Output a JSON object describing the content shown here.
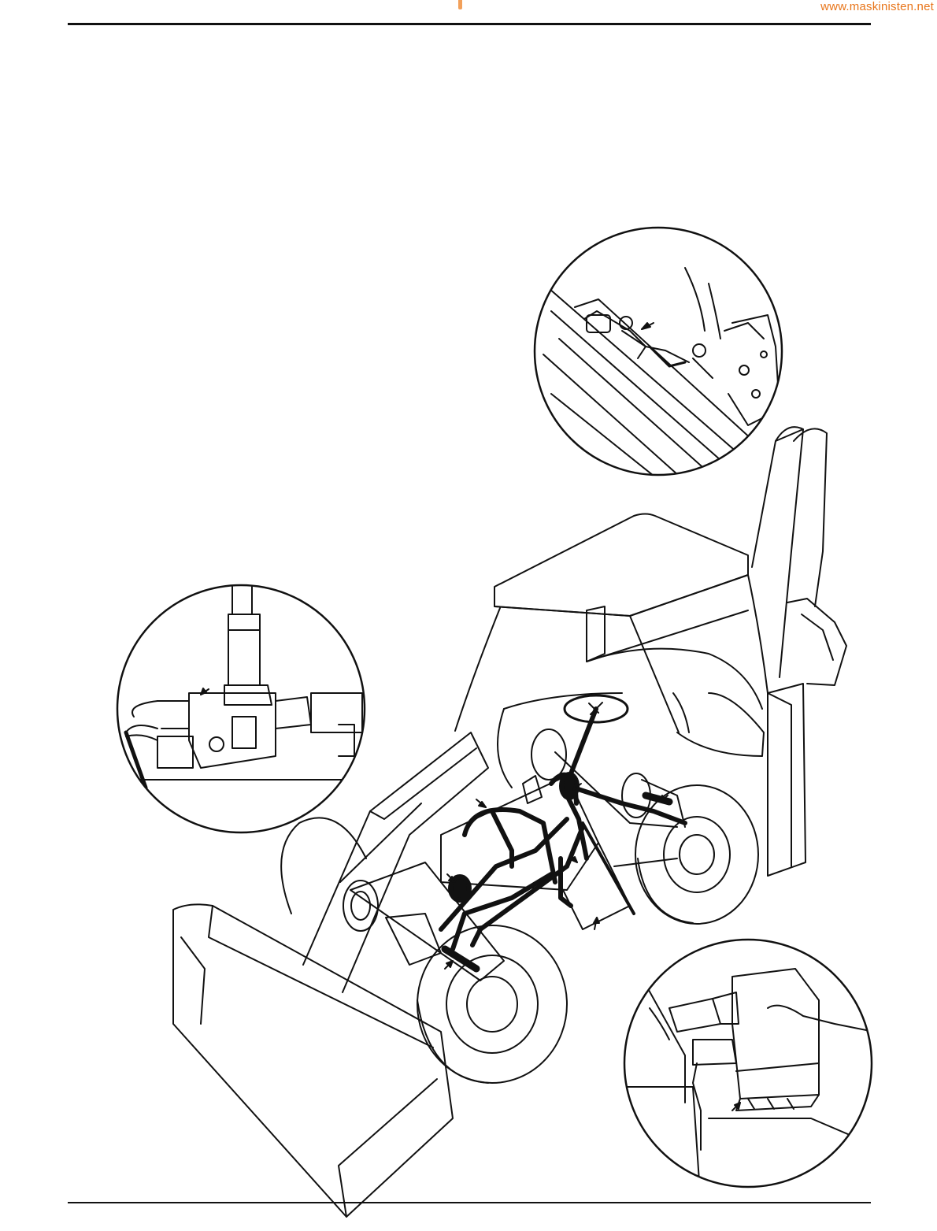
{
  "header": {
    "watermark_text": "www.maskinisten.net",
    "watermark_color": "#e8751a",
    "marker_color": "#f2a05a"
  },
  "illustration": {
    "subject": "backhoe-loader-steering-hydraulics",
    "callouts": [
      {
        "id": "steering-valve-detail",
        "icon": "magnifier-inset"
      },
      {
        "id": "priority-valve-detail",
        "icon": "magnifier-inset"
      },
      {
        "id": "steering-unit-detail",
        "icon": "magnifier-inset"
      }
    ]
  }
}
